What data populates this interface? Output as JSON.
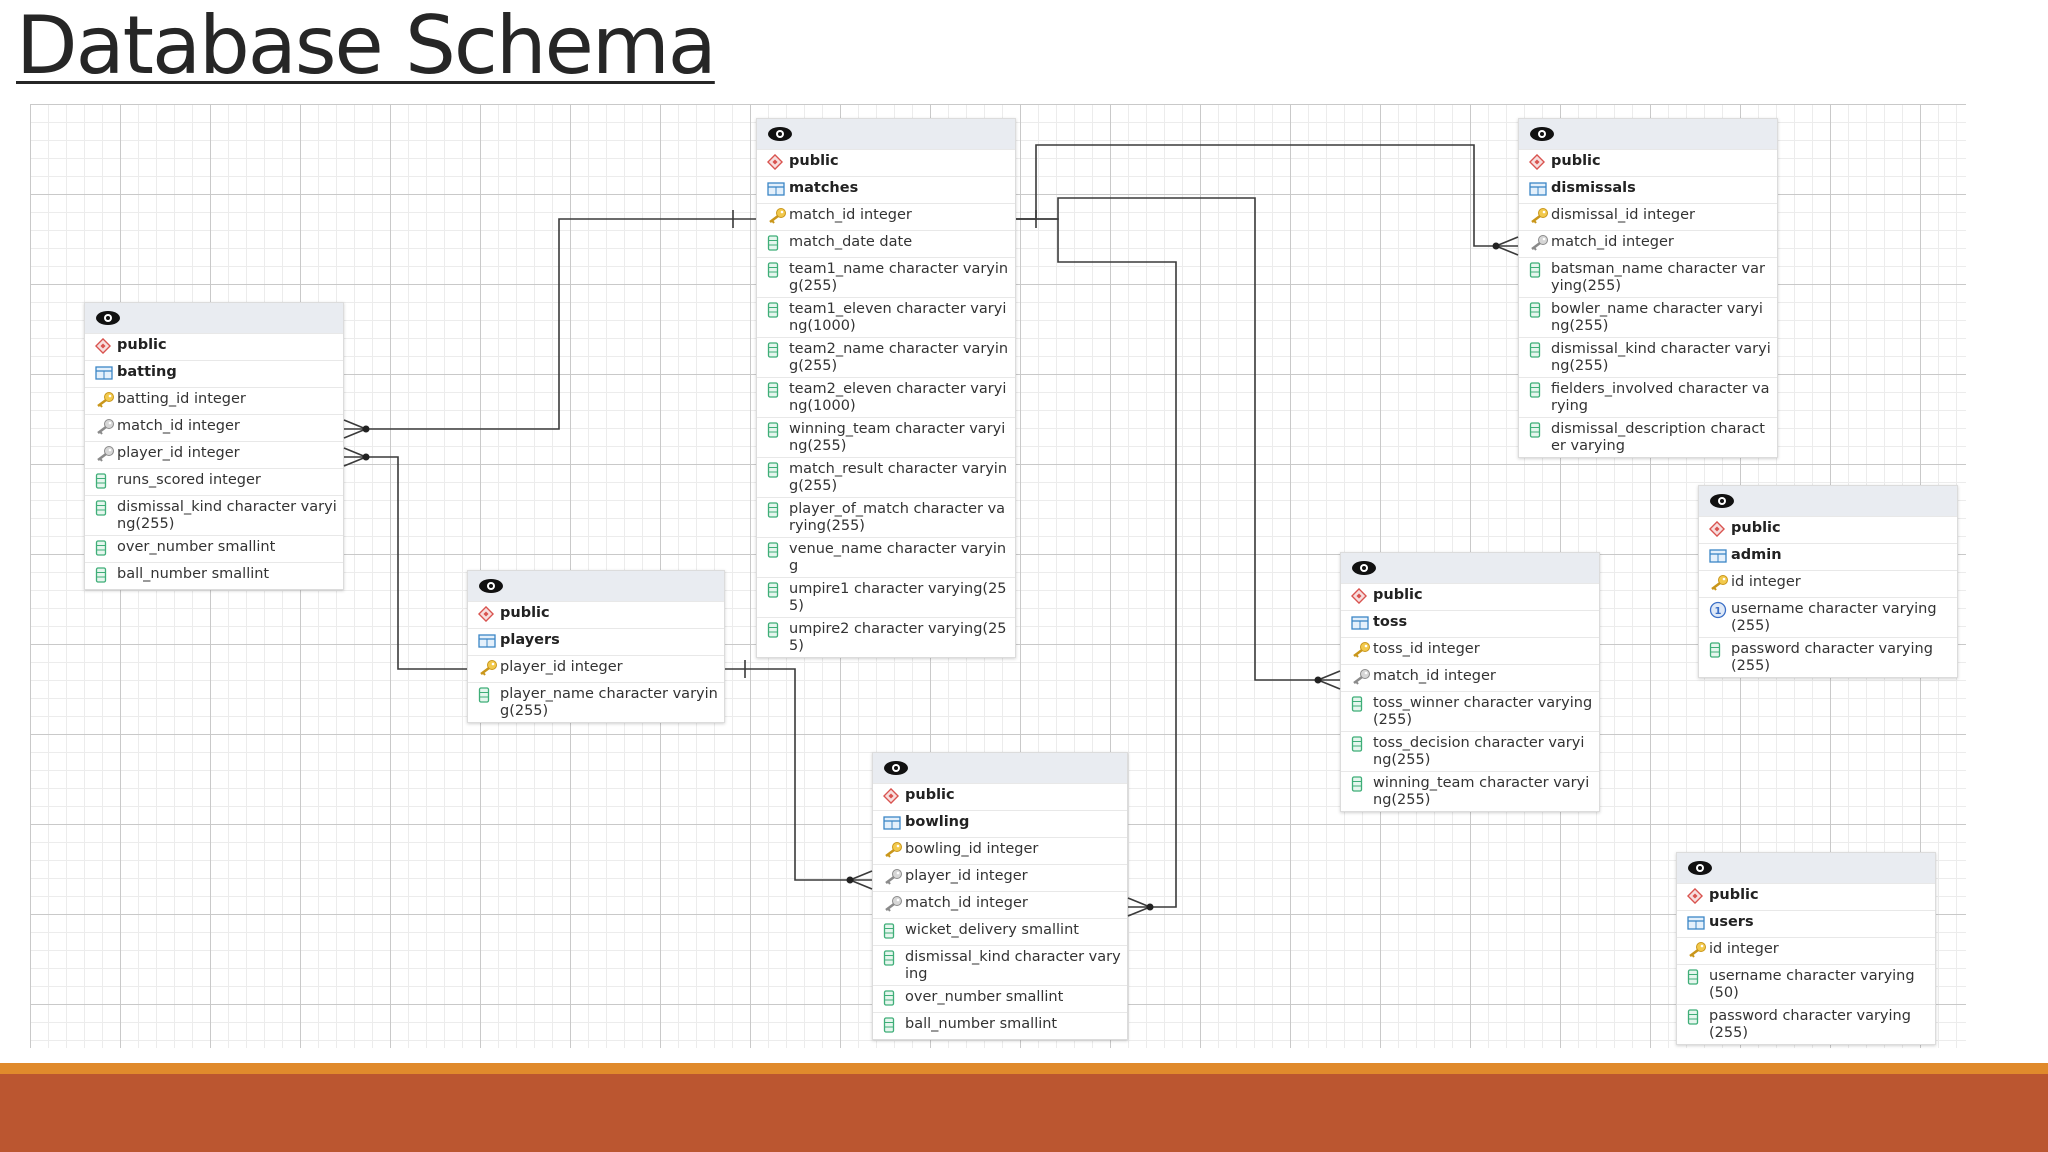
{
  "title": "Database Schema",
  "colors": {
    "title": "#262626",
    "bottom_stripe": "#e08a2c",
    "bottom_band": "#bb5630",
    "header_bg": "#e9ecf1",
    "key_gold": "#f2c94c",
    "column_green": "#3fae78"
  },
  "tables": [
    {
      "id": "matches",
      "schema": "public",
      "name": "matches",
      "columns": [
        {
          "text": "match_id integer",
          "icon": "primary-key-icon"
        },
        {
          "text": "match_date date",
          "icon": "column-icon"
        },
        {
          "text": "team1_name character varying(255)",
          "icon": "column-icon"
        },
        {
          "text": "team1_eleven character varying(1000)",
          "icon": "column-icon"
        },
        {
          "text": "team2_name character varying(255)",
          "icon": "column-icon"
        },
        {
          "text": "team2_eleven character varying(1000)",
          "icon": "column-icon"
        },
        {
          "text": "winning_team character varying(255)",
          "icon": "column-icon"
        },
        {
          "text": "match_result character varying(255)",
          "icon": "column-icon"
        },
        {
          "text": "player_of_match character varying(255)",
          "icon": "column-icon"
        },
        {
          "text": "venue_name character varying",
          "icon": "column-icon"
        },
        {
          "text": "umpire1 character varying(255)",
          "icon": "column-icon"
        },
        {
          "text": "umpire2 character varying(255)",
          "icon": "column-icon"
        }
      ]
    },
    {
      "id": "dismissals",
      "schema": "public",
      "name": "dismissals",
      "columns": [
        {
          "text": "dismissal_id integer",
          "icon": "primary-key-icon"
        },
        {
          "text": "match_id integer",
          "icon": "foreign-key-icon"
        },
        {
          "text": "batsman_name character varying(255)",
          "icon": "column-icon"
        },
        {
          "text": "bowler_name character varying(255)",
          "icon": "column-icon"
        },
        {
          "text": "dismissal_kind character varying(255)",
          "icon": "column-icon"
        },
        {
          "text": "fielders_involved character varying",
          "icon": "column-icon"
        },
        {
          "text": "dismissal_description character varying",
          "icon": "column-icon"
        }
      ]
    },
    {
      "id": "batting",
      "schema": "public",
      "name": "batting",
      "columns": [
        {
          "text": "batting_id integer",
          "icon": "primary-key-icon"
        },
        {
          "text": "match_id integer",
          "icon": "foreign-key-icon"
        },
        {
          "text": "player_id integer",
          "icon": "foreign-key-icon"
        },
        {
          "text": "runs_scored integer",
          "icon": "column-icon"
        },
        {
          "text": "dismissal_kind character varying(255)",
          "icon": "column-icon"
        },
        {
          "text": "over_number smallint",
          "icon": "column-icon"
        },
        {
          "text": "ball_number smallint",
          "icon": "column-icon"
        }
      ]
    },
    {
      "id": "players",
      "schema": "public",
      "name": "players",
      "columns": [
        {
          "text": "player_id integer",
          "icon": "primary-key-icon"
        },
        {
          "text": "player_name character varying(255)",
          "icon": "column-icon"
        }
      ]
    },
    {
      "id": "admin",
      "schema": "public",
      "name": "admin",
      "columns": [
        {
          "text": "id integer",
          "icon": "primary-key-icon"
        },
        {
          "text": "username character varying (255)",
          "icon": "unique-icon"
        },
        {
          "text": "password character varying (255)",
          "icon": "column-icon"
        }
      ]
    },
    {
      "id": "toss",
      "schema": "public",
      "name": "toss",
      "columns": [
        {
          "text": "toss_id integer",
          "icon": "primary-key-icon"
        },
        {
          "text": "match_id integer",
          "icon": "foreign-key-icon"
        },
        {
          "text": "toss_winner character varying(255)",
          "icon": "column-icon"
        },
        {
          "text": "toss_decision character varying(255)",
          "icon": "column-icon"
        },
        {
          "text": "winning_team character varying(255)",
          "icon": "column-icon"
        }
      ]
    },
    {
      "id": "bowling",
      "schema": "public",
      "name": "bowling",
      "columns": [
        {
          "text": "bowling_id integer",
          "icon": "primary-key-icon"
        },
        {
          "text": "player_id integer",
          "icon": "foreign-key-icon"
        },
        {
          "text": "match_id integer",
          "icon": "foreign-key-icon"
        },
        {
          "text": "wicket_delivery smallint",
          "icon": "column-icon"
        },
        {
          "text": "dismissal_kind character varying",
          "icon": "column-icon"
        },
        {
          "text": "over_number smallint",
          "icon": "column-icon"
        },
        {
          "text": "ball_number smallint",
          "icon": "column-icon"
        }
      ]
    },
    {
      "id": "users",
      "schema": "public",
      "name": "users",
      "columns": [
        {
          "text": "id integer",
          "icon": "primary-key-icon"
        },
        {
          "text": "username character varying (50)",
          "icon": "column-icon"
        },
        {
          "text": "password character varying (255)",
          "icon": "column-icon"
        }
      ]
    }
  ]
}
